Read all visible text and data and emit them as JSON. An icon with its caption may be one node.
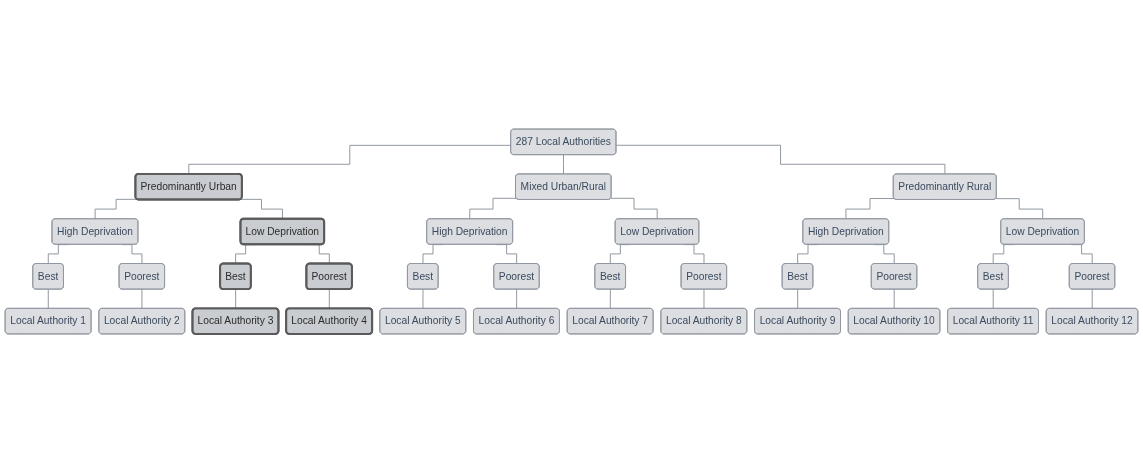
{
  "diagram": {
    "nodes": [
      {
        "text": [
          "287 Local Authorities"
        ]
      },
      {
        "text": [
          "Predominantly Urban"
        ]
      },
      {
        "text": [
          "Mixed Urban/Rural"
        ]
      },
      {
        "text": [
          "Predominantly Rural"
        ]
      },
      {
        "text": [
          "High Deprivation"
        ]
      },
      {
        "text": [
          "Low Deprivation"
        ]
      },
      {
        "text": [
          "High Deprivation"
        ]
      },
      {
        "text": [
          "Low Deprivation"
        ]
      },
      {
        "text": [
          "High Deprivation"
        ]
      },
      {
        "text": [
          "Low Deprivation"
        ]
      },
      {
        "text": [
          "Best"
        ]
      },
      {
        "text": [
          "Poorest"
        ]
      },
      {
        "text": [
          "Best"
        ]
      },
      {
        "text": [
          "Poorest"
        ]
      },
      {
        "text": [
          "Best"
        ]
      },
      {
        "text": [
          "Poorest"
        ]
      },
      {
        "text": [
          "Best"
        ]
      },
      {
        "text": [
          "Poorest"
        ]
      },
      {
        "text": [
          "Best"
        ]
      },
      {
        "text": [
          "Poorest"
        ]
      },
      {
        "text": [
          "Best"
        ]
      },
      {
        "text": [
          "Poorest"
        ]
      },
      {
        "text": [
          "Local Authority 1"
        ]
      },
      {
        "text": [
          "Local Authority 2"
        ]
      },
      {
        "text": [
          "Local Authority 3"
        ]
      },
      {
        "text": [
          "Local Authority 4"
        ]
      },
      {
        "text": [
          "Local Authority 5"
        ]
      },
      {
        "text": [
          "Local Authority 6"
        ]
      },
      {
        "text": [
          "Local Authority 7"
        ]
      },
      {
        "text": [
          "Local Authority 8"
        ]
      },
      {
        "text": [
          "Local Authority 9"
        ]
      },
      {
        "text": [
          "Local Authority 10"
        ]
      },
      {
        "text": [
          "Local Authority 11"
        ]
      },
      {
        "text": [
          "Local Authority 12"
        ]
      }
    ],
    "edges": [
      {
        "from": 0,
        "to": 1,
        "arrow": "none"
      },
      {
        "from": 0,
        "to": 2,
        "arrow": "none"
      },
      {
        "from": 0,
        "to": 3,
        "arrow": "none"
      },
      {
        "from": 1,
        "to": 4,
        "arrow": "none"
      },
      {
        "from": 1,
        "to": 5,
        "arrow": "none"
      },
      {
        "from": 2,
        "to": 6,
        "arrow": "none"
      },
      {
        "from": 2,
        "to": 7,
        "arrow": "none"
      },
      {
        "from": 3,
        "to": 8,
        "arrow": "none"
      },
      {
        "from": 3,
        "to": 9,
        "arrow": "none"
      },
      {
        "from": 4,
        "to": 10,
        "arrow": "none"
      },
      {
        "from": 4,
        "to": 11,
        "arrow": "none"
      },
      {
        "from": 5,
        "to": 12,
        "arrow": "none"
      },
      {
        "from": 5,
        "to": 13,
        "arrow": "none"
      },
      {
        "from": 6,
        "to": 14,
        "arrow": "none"
      },
      {
        "from": 6,
        "to": 15,
        "arrow": "none"
      },
      {
        "from": 7,
        "to": 16,
        "arrow": "none"
      },
      {
        "from": 7,
        "to": 17,
        "arrow": "none"
      },
      {
        "from": 8,
        "to": 18,
        "arrow": "none"
      },
      {
        "from": 8,
        "to": 19,
        "arrow": "none"
      },
      {
        "from": 9,
        "to": 20,
        "arrow": "none"
      },
      {
        "from": 9,
        "to": 21,
        "arrow": "none"
      },
      {
        "from": 10,
        "to": 22,
        "arrow": "none"
      },
      {
        "from": 11,
        "to": 23,
        "arrow": "none"
      },
      {
        "from": 12,
        "to": 24,
        "arrow": "none"
      },
      {
        "from": 13,
        "to": 25,
        "arrow": "none"
      },
      {
        "from": 14,
        "to": 26,
        "arrow": "none"
      },
      {
        "from": 15,
        "to": 27,
        "arrow": "none"
      },
      {
        "from": 16,
        "to": 28,
        "arrow": "none"
      },
      {
        "from": 17,
        "to": 29,
        "arrow": "none"
      },
      {
        "from": 18,
        "to": 30,
        "arrow": "none"
      },
      {
        "from": 19,
        "to": 31,
        "arrow": "none"
      },
      {
        "from": 20,
        "to": 32,
        "arrow": "none"
      },
      {
        "from": 21,
        "to": 33,
        "arrow": "none"
      }
    ]
  }
}
